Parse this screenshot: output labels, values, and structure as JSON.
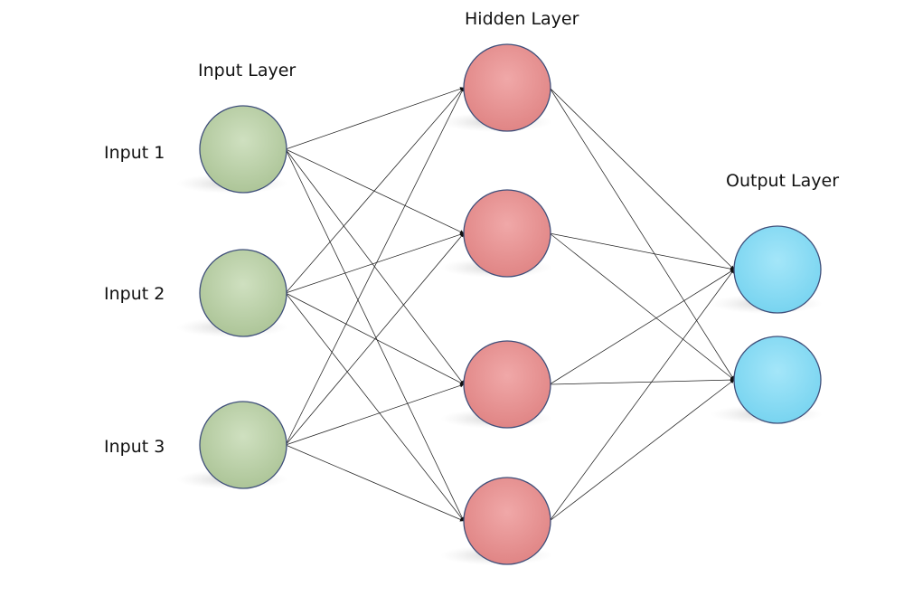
{
  "layers": {
    "input": {
      "title": "Input Layer",
      "nodes": [
        {
          "label": "Input 1"
        },
        {
          "label": "Input 2"
        },
        {
          "label": "Input 3"
        }
      ]
    },
    "hidden": {
      "title": "Hidden Layer",
      "nodes": [
        {},
        {},
        {},
        {}
      ]
    },
    "output": {
      "title": "Output Layer",
      "nodes": [
        {},
        {}
      ]
    }
  },
  "colors": {
    "input_node": "#b9cfa6",
    "hidden_node": "#e89191",
    "output_node": "#8adcf5",
    "node_stroke": "#3f4f7a",
    "connection": "#222222"
  },
  "icons": {
    "connection_end": "arrowhead"
  }
}
